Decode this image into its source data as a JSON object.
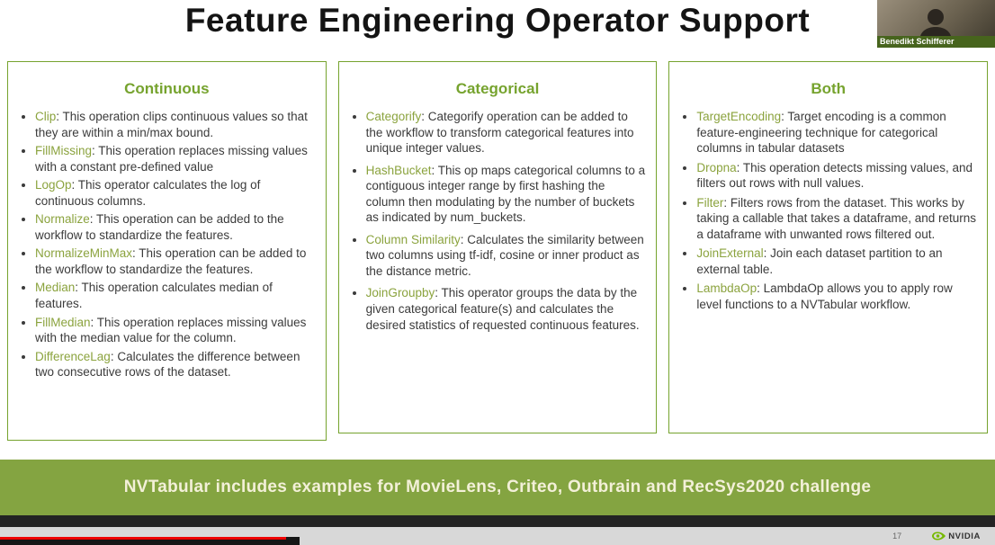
{
  "title": "Feature Engineering Operator Support",
  "webcam": {
    "name": "Benedikt Schifferer"
  },
  "columns": [
    {
      "header": "Continuous",
      "items": [
        {
          "term": "Clip",
          "desc": ": This operation clips continuous values so that they are within a min/max bound."
        },
        {
          "term": "FillMissing",
          "desc": ": This operation replaces missing values with a constant pre-defined value"
        },
        {
          "term": "LogOp",
          "desc": ": This operator calculates the log of continuous columns."
        },
        {
          "term": "Normalize",
          "desc": ": This operation can be added to the workflow to standardize the features."
        },
        {
          "term": "NormalizeMinMax",
          "desc": ": This operation can be added to the workflow to standardize the features."
        },
        {
          "term": "Median",
          "desc": ": This operation calculates median of features."
        },
        {
          "term": "FillMedian",
          "desc": ": This operation replaces missing values with the median value for the column."
        },
        {
          "term": "DifferenceLag",
          "desc": ": Calculates the difference between two consecutive rows of the dataset."
        }
      ]
    },
    {
      "header": "Categorical",
      "items": [
        {
          "term": "Categorify",
          "desc": ": Categorify operation can be added to the workflow to transform categorical features into unique integer values."
        },
        {
          "term": "HashBucket",
          "desc": ": This op maps categorical columns to a contiguous integer range by first hashing the column then modulating by the number of buckets as indicated by num_buckets."
        },
        {
          "term": "Column Similarity",
          "desc": ": Calculates the similarity between two columns using tf-idf, cosine or inner product as the distance metric."
        },
        {
          "term": "JoinGroupby",
          "desc": ": This operator groups the data by the given categorical feature(s) and calculates the desired statistics of requested continuous features."
        }
      ]
    },
    {
      "header": "Both",
      "items": [
        {
          "term": "TargetEncoding",
          "desc": ": Target encoding is a common feature-engineering technique for categorical columns in tabular datasets"
        },
        {
          "term": "Dropna",
          "desc": ": This operation detects missing values, and filters out rows with null values."
        },
        {
          "term": "Filter",
          "desc": ": Filters rows from the dataset. This works by taking a callable that takes a dataframe, and returns a dataframe with unwanted rows filtered out."
        },
        {
          "term": "JoinExternal",
          "desc": ": Join each dataset partition to an external table."
        },
        {
          "term": "LambdaOp",
          "desc": ": LambdaOp allows you to apply row level functions to a NVTabular workflow."
        }
      ]
    }
  ],
  "banner": {
    "text": "NVTabular includes examples for MovieLens, Criteo, Outbrain and RecSys2020 challenge"
  },
  "footer": {
    "page_number": "17",
    "brand": "NVIDIA"
  },
  "colors": {
    "accent_green": "#76a32e",
    "term_green": "#8ba33e",
    "banner_green": "#84a441",
    "nvidia_green": "#76b900",
    "progress_red": "#ee0000"
  }
}
